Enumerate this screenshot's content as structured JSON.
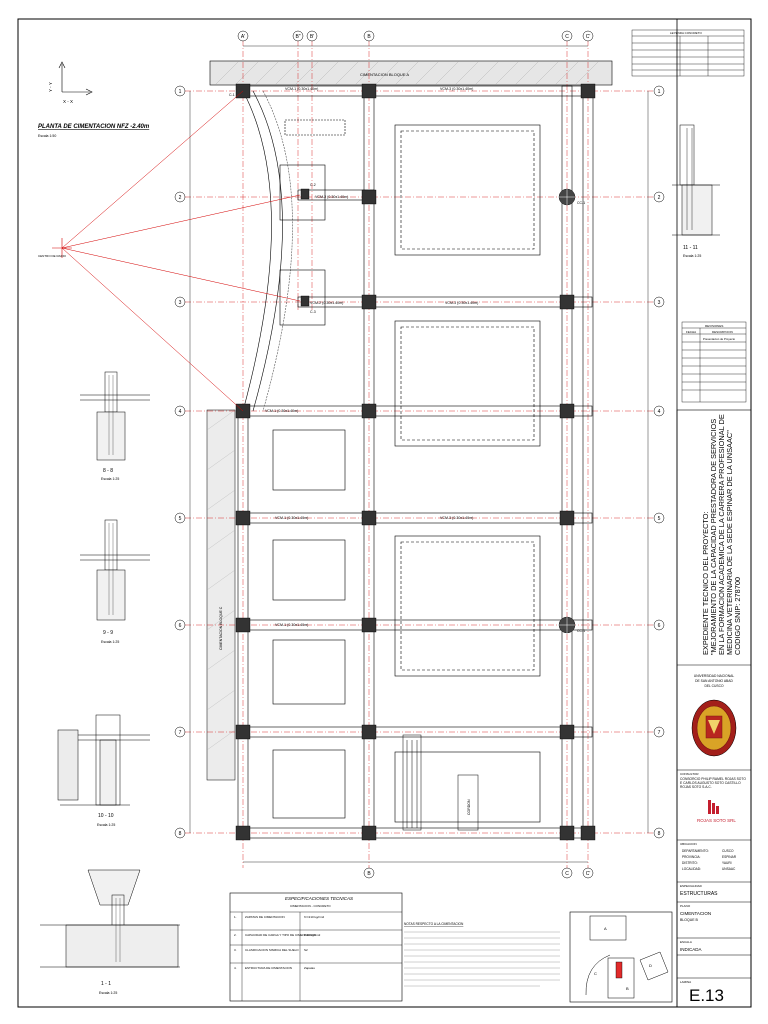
{
  "plan": {
    "title": "PLANTA DE CIMENTACION NFZ -2.40m",
    "scale": "Escala 1:50",
    "axes_glyph_y": "Y - Y",
    "axes_glyph_x": "X - X",
    "grid_cols_top": [
      "A'",
      "B\"",
      "B'",
      "B",
      "C",
      "C'"
    ],
    "grid_cols_bottom": [
      "B",
      "C",
      "C'"
    ],
    "grid_rows": [
      "1",
      "2",
      "3",
      "4",
      "5",
      "6",
      "7",
      "8"
    ],
    "top_label": "CIMENTACION BLOQUE A",
    "beam_labels": [
      "VCM-1 (0.30x1.40m)",
      "VCM-3 (0.30x1.40m)",
      "VCM-2 (0.30x1.40m)",
      "VCM-2 (0.30x1.40m)",
      "VCM-1 (0.30x1.40m)",
      "VCM-3 (0.30x1.40m)",
      "VCM-1 (0.30x1.40m)",
      "VCM-3 (0.30x1.40m)",
      "VCM-1 (0.30x1.40m)"
    ],
    "column_tags": [
      "C-1",
      "C-2",
      "C-3",
      "CC-1",
      "CC-1"
    ],
    "side_label": "CIMENTACION BLOQUE C",
    "stair_label": "CORDON",
    "origin_label": "CENTRO DE RADIO"
  },
  "sections": {
    "s11_top": {
      "title": "11 - 11",
      "scale": "Escala 1:25"
    },
    "s88": {
      "title": "8 - 8",
      "scale": "Escala 1:25"
    },
    "s99": {
      "title": "9 - 9",
      "scale": "Escala 1:25"
    },
    "s1010": {
      "title": "10 - 10",
      "scale": "Escala 1:25"
    },
    "s11": {
      "title": "1 - 1",
      "scale": "Escala 1:25"
    }
  },
  "specs": {
    "title": "ESPECIFICACIONES TECNICAS",
    "subtitle": "CIMENTACION - CONCRETO",
    "rows": [
      {
        "n": "1.",
        "label": "ZAPATAS DE CIMENTACION",
        "value": "f'c=210 kg/cm2"
      },
      {
        "n": "2.",
        "label": "CAPACIDAD DE CARGA Y TIPO DE CIMENTACION",
        "value": "1.20 kg/cm2"
      },
      {
        "n": "3.",
        "label": "CLASIFICACION SISMICA DEL SUELO",
        "value": "S2"
      },
      {
        "n": "4.",
        "label": "ESTRUCTURA DE CIMENTACION",
        "value": "Zapatas"
      }
    ],
    "notes_title": "NOTAS RESPECTO A LA CIMENTACION"
  },
  "legend_table": {
    "header": "LEYENDA CONCRETO",
    "rows": [
      "",
      "",
      "",
      "",
      "",
      ""
    ]
  },
  "revisions": {
    "header1": "REVISIONES",
    "col1": "FECHA",
    "col2": "DESCRIPCION",
    "first_entry": "Presentacion de Proyecto"
  },
  "titleblock": {
    "project_lines": [
      "EXPEDIENTE TECNICO DEL PROYECTO:",
      "\"MEJORAMIENTO DE LA CAPACIDAD PRESTADORA DE SERVICIOS",
      "EN LA FORMACION ACADEMICA DE LA CARRERA PROFESIONAL DE",
      "MEDICINA VETERINARIA DE LA SEDE ESPINAR DE LA UNSAAC\"",
      "CODIGO SNIP: 278700"
    ],
    "university": [
      "UNIVERSIDAD NACIONAL",
      "DE SAN ANTONIO ABAD",
      "DEL CUSCO"
    ],
    "consultor_label": "CONSULTOR",
    "consultor_text": "CONSORCIO PHILIP RAMEL ROJAS SOTO E CARLOS AUGUSTO SOTO CASTILLO ROJAS SOTO S.A.C.",
    "company_logo": "ROJAS SOTO SRL",
    "location_label": "UBICACION",
    "location_rows": [
      [
        "DEPARTAMENTO:",
        "CUSCO"
      ],
      [
        "PROVINCIA:",
        "ESPINAR"
      ],
      [
        "DISTRITO:",
        "YAURI"
      ],
      [
        "LOCALIDAD:",
        "UNSAAC"
      ]
    ],
    "specialty_label": "ESPECIALIDAD",
    "specialty": "ESTRUCTURAS",
    "plan_label": "PLANO",
    "plan_name": "CIMENTACION",
    "plan_sub": "BLOQUE B",
    "scale_label": "ESCALA",
    "scale_value": "INDICADA",
    "sheet_label": "LAMINA",
    "sheet_code": "E.13"
  },
  "keyplan": {
    "blocks": [
      "A",
      "B",
      "C",
      "D"
    ]
  }
}
